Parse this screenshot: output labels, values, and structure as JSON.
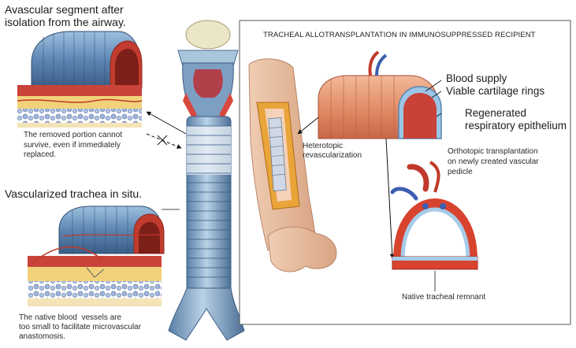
{
  "left_panel": {
    "avascular_heading": "Avascular segment after\nisolation from the airway.",
    "removed_caption": "The removed portion cannot\nsurvive, even if immediately\nreplaced.",
    "vascularized_heading": "Vascularized trachea in situ.",
    "native_caption": "The native blood  vessels are\ntoo small to facilitate microvascular\nanastomosis."
  },
  "right_panel": {
    "title": "TRACHEAL ALLOTRANSPLANTATION IN IMMUNOSUPPRESSED RECIPIENT",
    "blood_supply": "Blood supply",
    "viable_rings": "Viable cartilage rings",
    "regenerated": "Regenerated\nrespiratory epithelium",
    "heterotopic": "Heterotopic\nrevascularization",
    "orthotopic": "Orthotopic transplantation\non newly created vascular\npedicle",
    "native_remnant": "Native tracheal remnant"
  },
  "colors": {
    "tissue_red": "#c8433a",
    "fat_yellow": "#f1d27a",
    "cartilage_blue": "#8fb3d3",
    "artery": "#c0392b",
    "vein": "#3d5fb0",
    "skin": "#e9b99a"
  }
}
